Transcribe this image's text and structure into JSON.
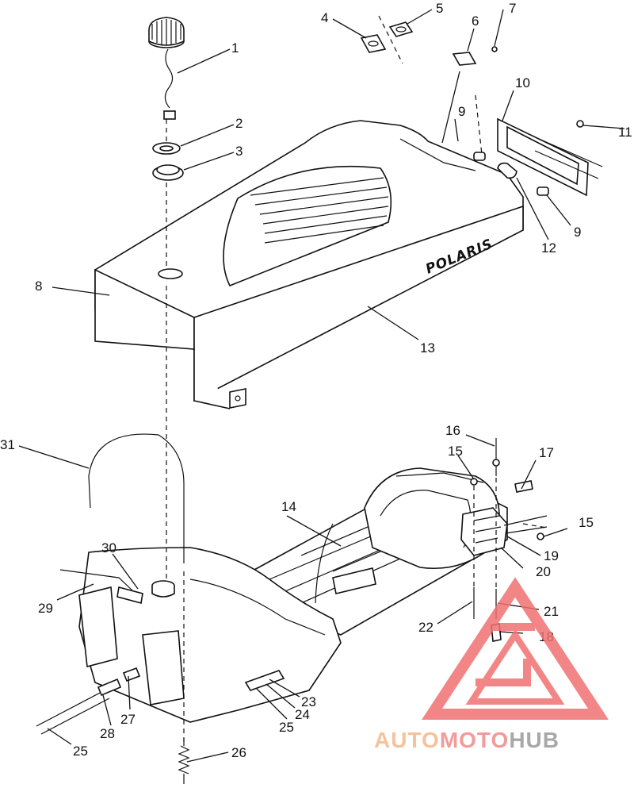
{
  "diagram": {
    "brand_text": "POLARIS",
    "callouts": [
      {
        "id": "c1",
        "label": "1"
      },
      {
        "id": "c2",
        "label": "2"
      },
      {
        "id": "c3",
        "label": "3"
      },
      {
        "id": "c4",
        "label": "4"
      },
      {
        "id": "c5",
        "label": "5"
      },
      {
        "id": "c6",
        "label": "6"
      },
      {
        "id": "c7",
        "label": "7"
      },
      {
        "id": "c8",
        "label": "8"
      },
      {
        "id": "c9a",
        "label": "9"
      },
      {
        "id": "c9b",
        "label": "9"
      },
      {
        "id": "c10",
        "label": "10"
      },
      {
        "id": "c11",
        "label": "11"
      },
      {
        "id": "c12",
        "label": "12"
      },
      {
        "id": "c13",
        "label": "13"
      },
      {
        "id": "c14",
        "label": "14"
      },
      {
        "id": "c15a",
        "label": "15"
      },
      {
        "id": "c15b",
        "label": "15"
      },
      {
        "id": "c16",
        "label": "16"
      },
      {
        "id": "c17",
        "label": "17"
      },
      {
        "id": "c18",
        "label": "18"
      },
      {
        "id": "c19",
        "label": "19"
      },
      {
        "id": "c20",
        "label": "20"
      },
      {
        "id": "c21",
        "label": "21"
      },
      {
        "id": "c22",
        "label": "22"
      },
      {
        "id": "c23",
        "label": "23"
      },
      {
        "id": "c24",
        "label": "24"
      },
      {
        "id": "c25a",
        "label": "25"
      },
      {
        "id": "c25b",
        "label": "25"
      },
      {
        "id": "c26",
        "label": "26"
      },
      {
        "id": "c27",
        "label": "27"
      },
      {
        "id": "c28",
        "label": "28"
      },
      {
        "id": "c29",
        "label": "29"
      },
      {
        "id": "c30",
        "label": "30"
      },
      {
        "id": "c31",
        "label": "31"
      }
    ]
  },
  "watermark": {
    "part1": "AUTO",
    "part2": "MOTO",
    "part3": "HUB",
    "colors": {
      "auto": "#f5b88a",
      "moto": "#f08a8a",
      "hub": "#9a9a9a",
      "logo": "#f07070"
    }
  }
}
